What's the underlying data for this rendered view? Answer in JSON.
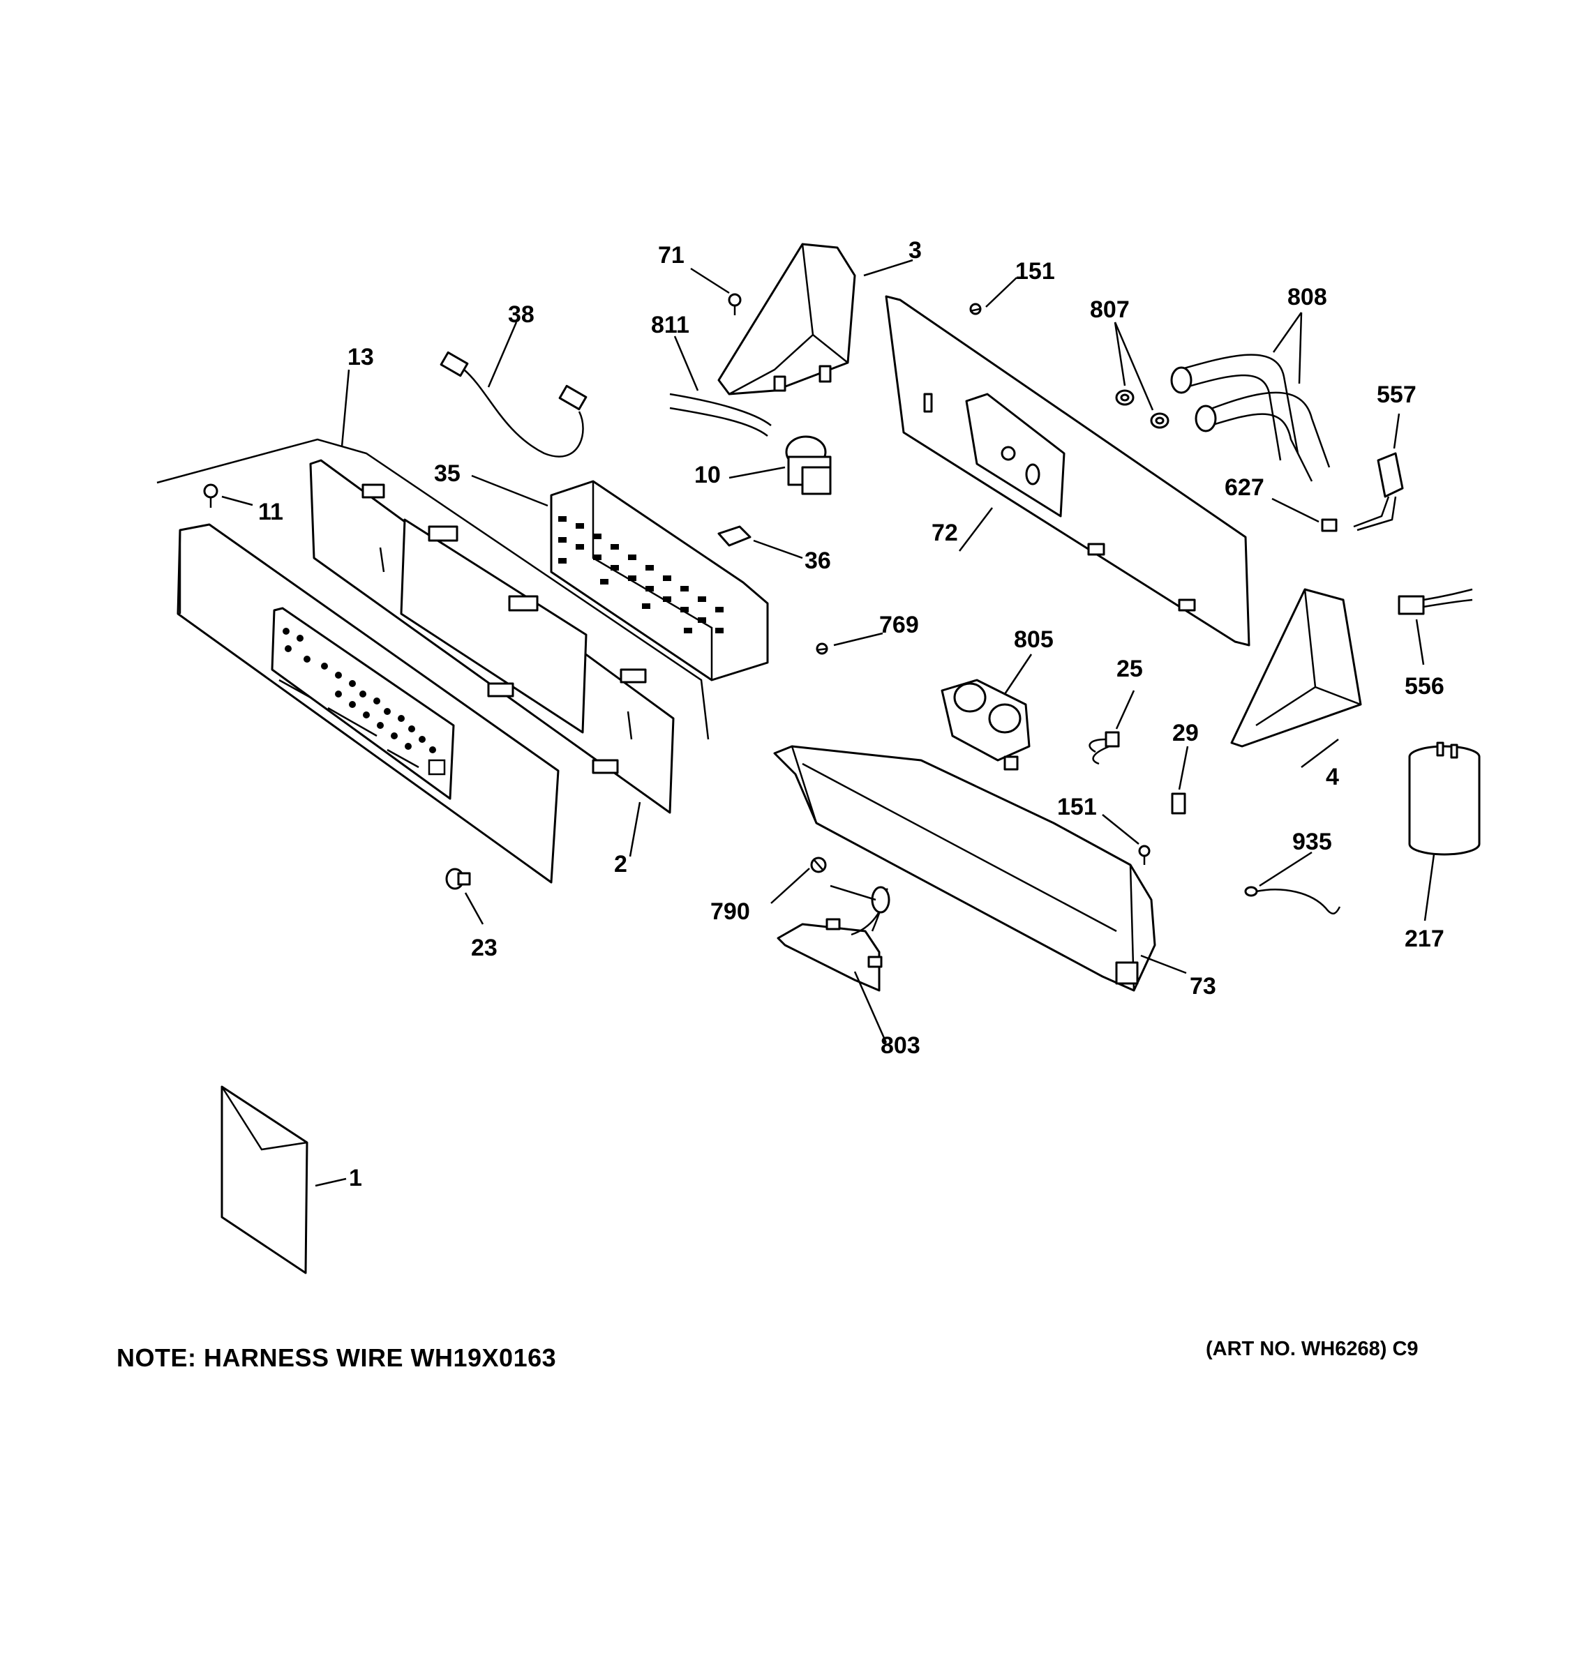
{
  "diagram": {
    "note": "NOTE: HARNESS WIRE WH19X0163",
    "art_number": "(ART NO. WH6268) C9",
    "callouts": [
      {
        "id": "c1",
        "label": "1"
      },
      {
        "id": "c2",
        "label": "2"
      },
      {
        "id": "c3",
        "label": "3"
      },
      {
        "id": "c4",
        "label": "4"
      },
      {
        "id": "c10",
        "label": "10"
      },
      {
        "id": "c11",
        "label": "11"
      },
      {
        "id": "c13",
        "label": "13"
      },
      {
        "id": "c23",
        "label": "23"
      },
      {
        "id": "c25",
        "label": "25"
      },
      {
        "id": "c29",
        "label": "29"
      },
      {
        "id": "c35",
        "label": "35"
      },
      {
        "id": "c36",
        "label": "36"
      },
      {
        "id": "c38",
        "label": "38"
      },
      {
        "id": "c71",
        "label": "71"
      },
      {
        "id": "c72",
        "label": "72"
      },
      {
        "id": "c73",
        "label": "73"
      },
      {
        "id": "c151a",
        "label": "151"
      },
      {
        "id": "c151b",
        "label": "151"
      },
      {
        "id": "c217",
        "label": "217"
      },
      {
        "id": "c556",
        "label": "556"
      },
      {
        "id": "c557",
        "label": "557"
      },
      {
        "id": "c627",
        "label": "627"
      },
      {
        "id": "c769",
        "label": "769"
      },
      {
        "id": "c790",
        "label": "790"
      },
      {
        "id": "c803",
        "label": "803"
      },
      {
        "id": "c805",
        "label": "805"
      },
      {
        "id": "c807",
        "label": "807"
      },
      {
        "id": "c808",
        "label": "808"
      },
      {
        "id": "c811",
        "label": "811"
      },
      {
        "id": "c935",
        "label": "935"
      }
    ]
  }
}
